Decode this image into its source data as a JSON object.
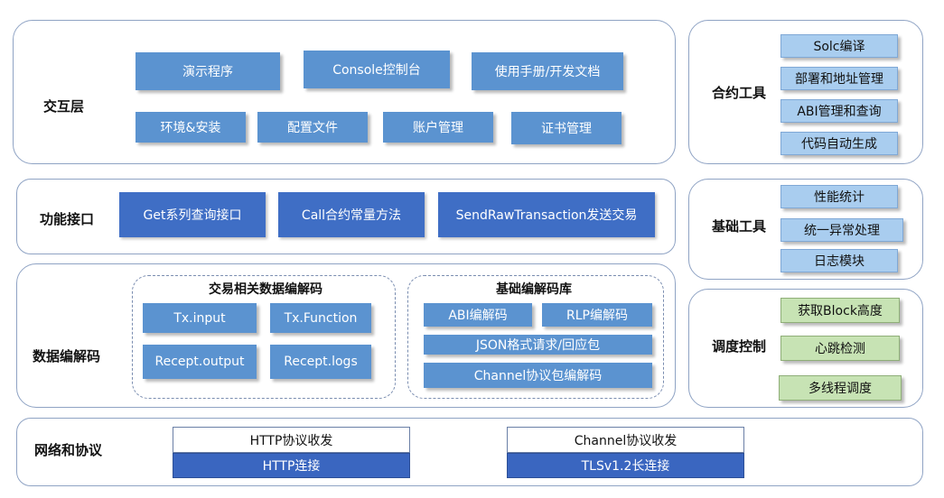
{
  "interaction": {
    "label": "交互层",
    "row1": [
      "演示程序",
      "Console控制台",
      "使用手册/开发文档"
    ],
    "row2": [
      "环境&安装",
      "配置文件",
      "账户管理",
      "证书管理"
    ]
  },
  "function_interface": {
    "label": "功能接口",
    "items": [
      "Get系列查询接口",
      "Call合约常量方法",
      "SendRawTransaction发送交易"
    ]
  },
  "codec": {
    "label": "数据编解码",
    "tx_group": {
      "title": "交易相关数据编解码",
      "items": [
        "Tx.input",
        "Tx.Function",
        "Recept.output",
        "Recept.logs"
      ]
    },
    "base_group": {
      "title": "基础编解码库",
      "items": [
        "ABI编解码",
        "RLP编解码",
        "JSON格式请求/回应包",
        "Channel协议包编解码"
      ]
    }
  },
  "network": {
    "label": "网络和协议",
    "http": {
      "top": "HTTP协议收发",
      "bottom": "HTTP连接"
    },
    "channel": {
      "top": "Channel协议收发",
      "bottom": "TLSv1.2长连接"
    }
  },
  "contract_tools": {
    "label": "合约工具",
    "items": [
      "Solc编译",
      "部署和地址管理",
      "ABI管理和查询",
      "代码自动生成"
    ]
  },
  "base_tools": {
    "label": "基础工具",
    "items": [
      "性能统计",
      "统一异常处理",
      "日志模块"
    ]
  },
  "scheduling": {
    "label": "调度控制",
    "items": [
      "获取Block高度",
      "心跳检测",
      "多线程调度"
    ]
  }
}
